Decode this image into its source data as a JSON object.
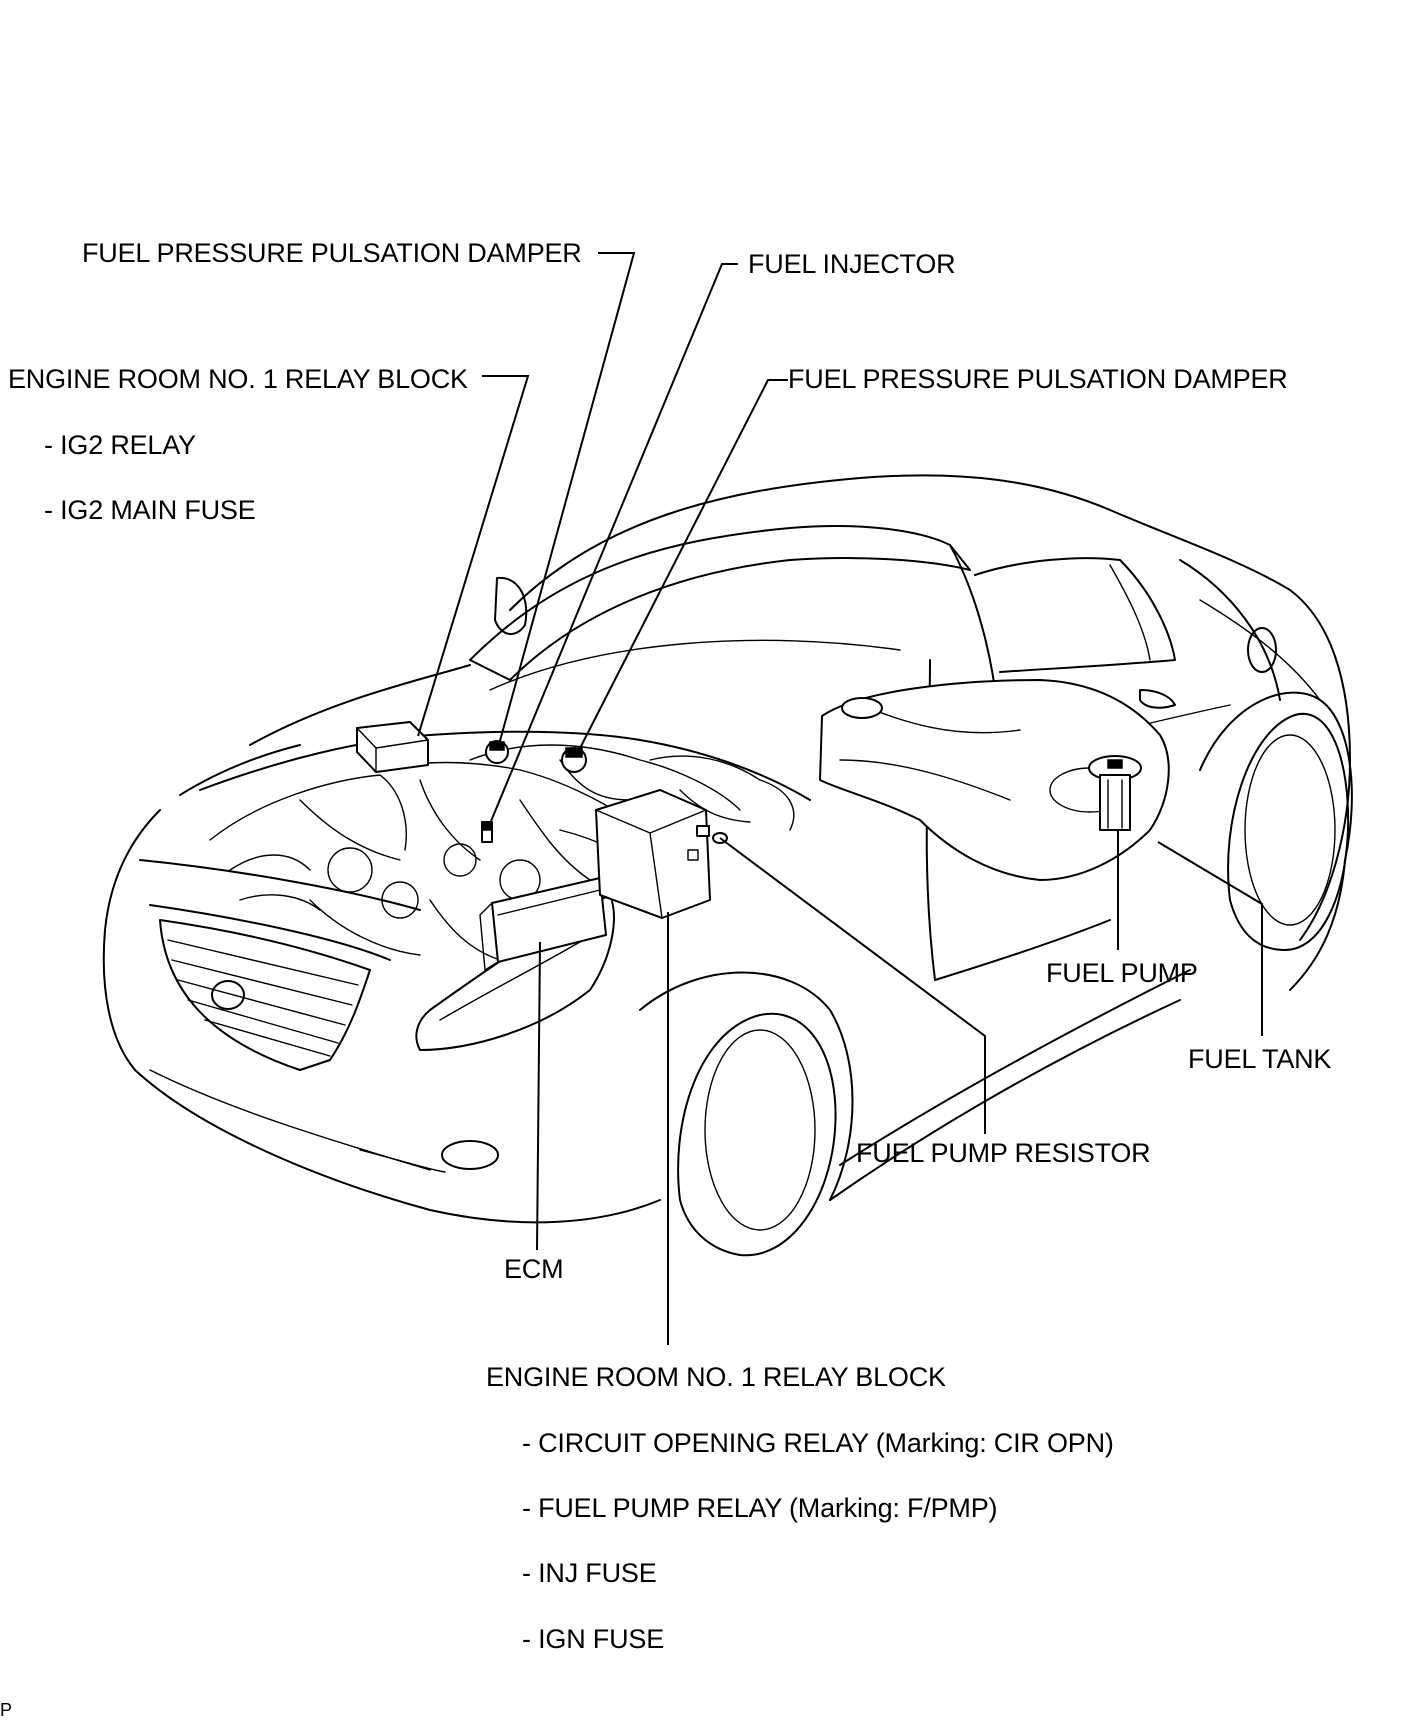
{
  "labels": {
    "damper_top_left": "FUEL PRESSURE PULSATION DAMPER",
    "fuel_injector": "FUEL INJECTOR",
    "relay_block_top": "ENGINE ROOM NO. 1 RELAY BLOCK",
    "relay_block_top_items": [
      "- IG2 RELAY",
      "- IG2 MAIN FUSE"
    ],
    "damper_right": "FUEL PRESSURE PULSATION DAMPER",
    "fuel_pump": "FUEL PUMP",
    "fuel_tank": "FUEL TANK",
    "fuel_pump_resistor": "FUEL PUMP RESISTOR",
    "ecm": "ECM",
    "relay_block_bottom": "ENGINE ROOM NO. 1 RELAY BLOCK",
    "relay_block_bottom_items": [
      "- CIRCUIT OPENING RELAY (Marking: CIR OPN)",
      "- FUEL PUMP RELAY (Marking: F/PMP)",
      "- INJ FUSE",
      "- IGN FUSE"
    ],
    "corner_mark": "P"
  },
  "colors": {
    "line": "#000000",
    "background": "#ffffff"
  }
}
